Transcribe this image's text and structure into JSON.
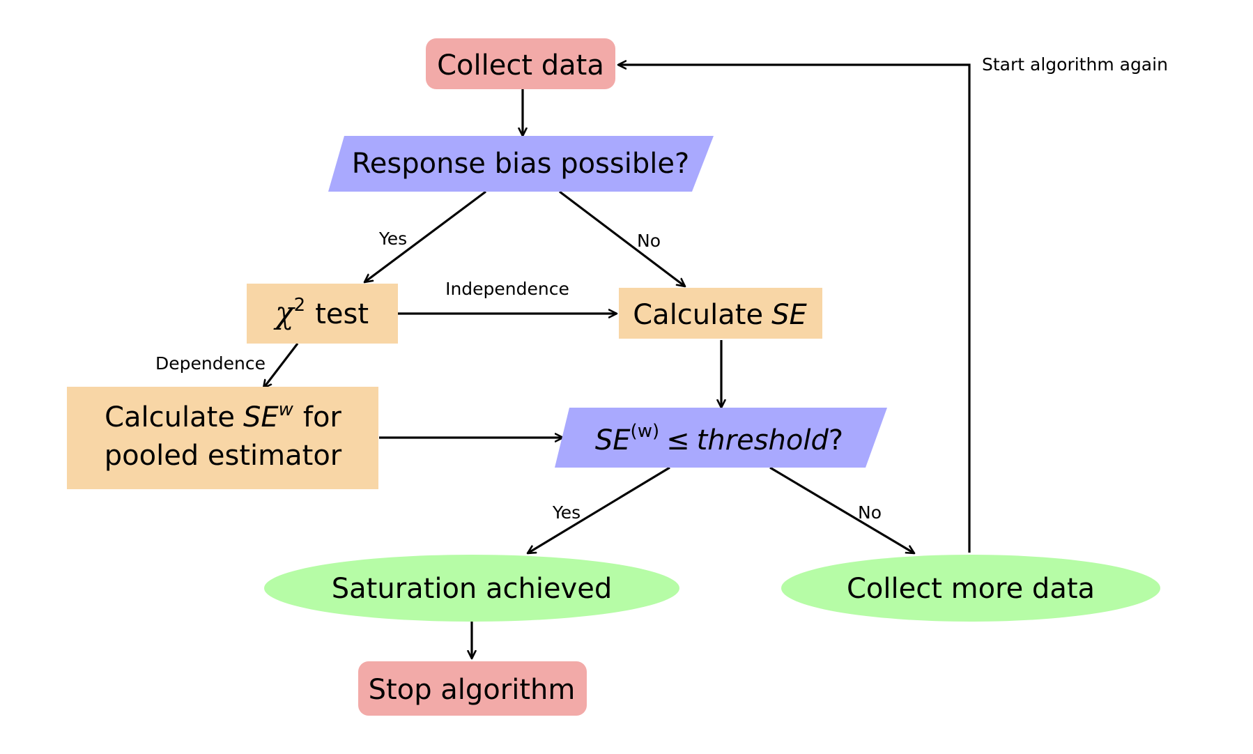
{
  "colors": {
    "terminal": "#f2aaa8",
    "decision": "#a9a9fe",
    "process": "#f8d6a6",
    "outcome": "#b6fca6",
    "edge": "#000000"
  },
  "nodes": {
    "collect_data": "Collect data",
    "response_bias": "Response bias possible?",
    "chi_test": {
      "symbol": "χ",
      "exp": "2",
      "text": "test"
    },
    "calculate_se": {
      "text": "Calculate",
      "var": "SE"
    },
    "calculate_sew": {
      "text": "Calculate",
      "var": "SE",
      "sup": "w",
      "tail": "for",
      "line2": "pooled estimator"
    },
    "threshold": {
      "var": "SE",
      "sup": "(w)",
      "op": "≤",
      "word": "threshold",
      "tail": "?"
    },
    "saturation": "Saturation achieved",
    "collect_more": "Collect more data",
    "stop": "Stop algorithm"
  },
  "edges": {
    "yes_bias": "Yes",
    "no_bias": "No",
    "independence": "Independence",
    "dependence": "Dependence",
    "yes_threshold": "Yes",
    "no_threshold": "No",
    "restart": "Start algorithm again"
  }
}
